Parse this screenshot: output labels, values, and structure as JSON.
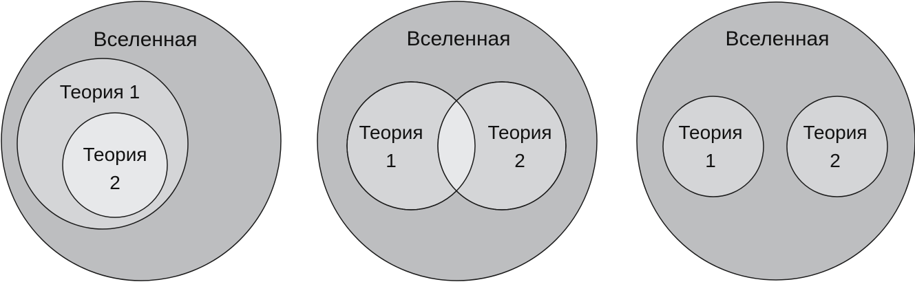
{
  "diagrams": [
    {
      "universe": "Вселенная",
      "theory1": "Теория 1",
      "theory2_line1": "Теория",
      "theory2_line2": "2",
      "relation": "nested"
    },
    {
      "universe": "Вселенная",
      "theory1_line1": "Теория",
      "theory1_line2": "1",
      "theory2_line1": "Теория",
      "theory2_line2": "2",
      "relation": "overlapping"
    },
    {
      "universe": "Вселенная",
      "theory1_line1": "Теория",
      "theory1_line2": "1",
      "theory2_line1": "Теория",
      "theory2_line2": "2",
      "relation": "disjoint"
    }
  ],
  "colors": {
    "universe": "#bdbec0",
    "theory": "#d4d5d7",
    "intersection": "#e7e8ea"
  }
}
